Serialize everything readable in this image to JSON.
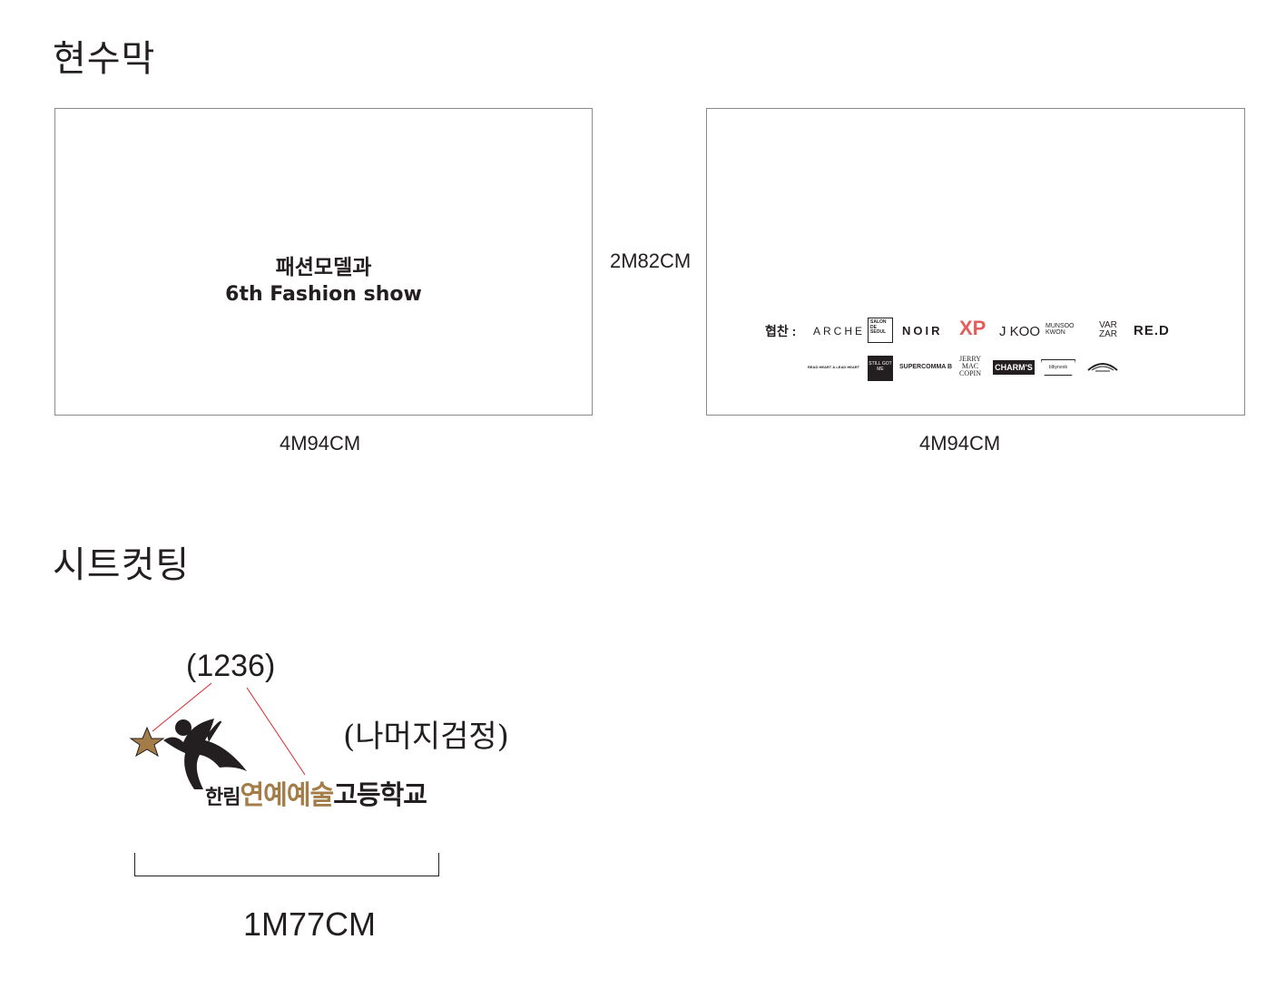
{
  "section1": {
    "title": "현수막"
  },
  "banner_left": {
    "line1": "패션모델과",
    "line2": "6th Fashion show",
    "width_label": "4M94CM"
  },
  "height_label": "2M82CM",
  "banner_right": {
    "sponsor_prefix": "협찬 :",
    "logos_row1": [
      "ARCHE",
      "SALON DE SEOUL",
      "NOIR",
      "XP",
      "J KOO",
      "MUNSOO KWON",
      "VAR ZAR",
      "RE.D"
    ],
    "logos_row2": [
      "READ HEART & LEAD HEART",
      "STILL GOT ME",
      "SUPERCOMMA B",
      "JERRY MAC COPIN",
      "CHARM'S",
      "blbynoob"
    ],
    "width_label": "4M94CM"
  },
  "section2": {
    "title": "시트컷팅"
  },
  "cutting": {
    "color_code": "(1236)",
    "rest_note": "(나머지검정)",
    "school_name_parts": [
      "한림",
      "연예예술",
      "고등학교"
    ],
    "width_label": "1M77CM"
  },
  "colors": {
    "gold": "#a47c48",
    "ink": "#231f20",
    "leader_line": "#e0262c",
    "panel_border": "#8a8a8a"
  }
}
